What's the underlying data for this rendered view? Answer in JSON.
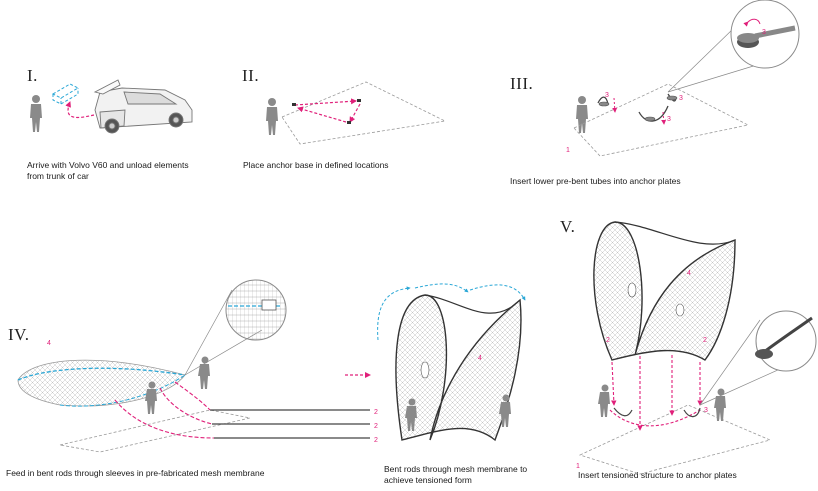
{
  "steps": [
    {
      "numeral": "I.",
      "caption": [
        "Arrive with Volvo V60 and unload elements",
        "from trunk of car"
      ]
    },
    {
      "numeral": "II.",
      "caption": [
        "Place anchor base in defined locations"
      ]
    },
    {
      "numeral": "III.",
      "caption": [
        "Insert lower pre-bent tubes into anchor plates"
      ]
    },
    {
      "numeral": "IV.",
      "caption": [
        "Feed in bent rods through sleeves in pre-fabricated mesh membrane"
      ]
    },
    {
      "numeral": "",
      "caption": [
        "Bent rods through mesh membrane to",
        "achieve tensioned form"
      ]
    },
    {
      "numeral": "V.",
      "caption": [
        "Insert tensioned structure to anchor plates"
      ]
    }
  ],
  "labels": {
    "one": "1",
    "two": "2",
    "three": "3",
    "four": "4"
  },
  "colors": {
    "accent_magenta": "#e0207a",
    "accent_cyan": "#2aa7d6",
    "line_gray": "#9a9a9a",
    "figure_gray": "#8a8a8a",
    "ink": "#222222"
  }
}
